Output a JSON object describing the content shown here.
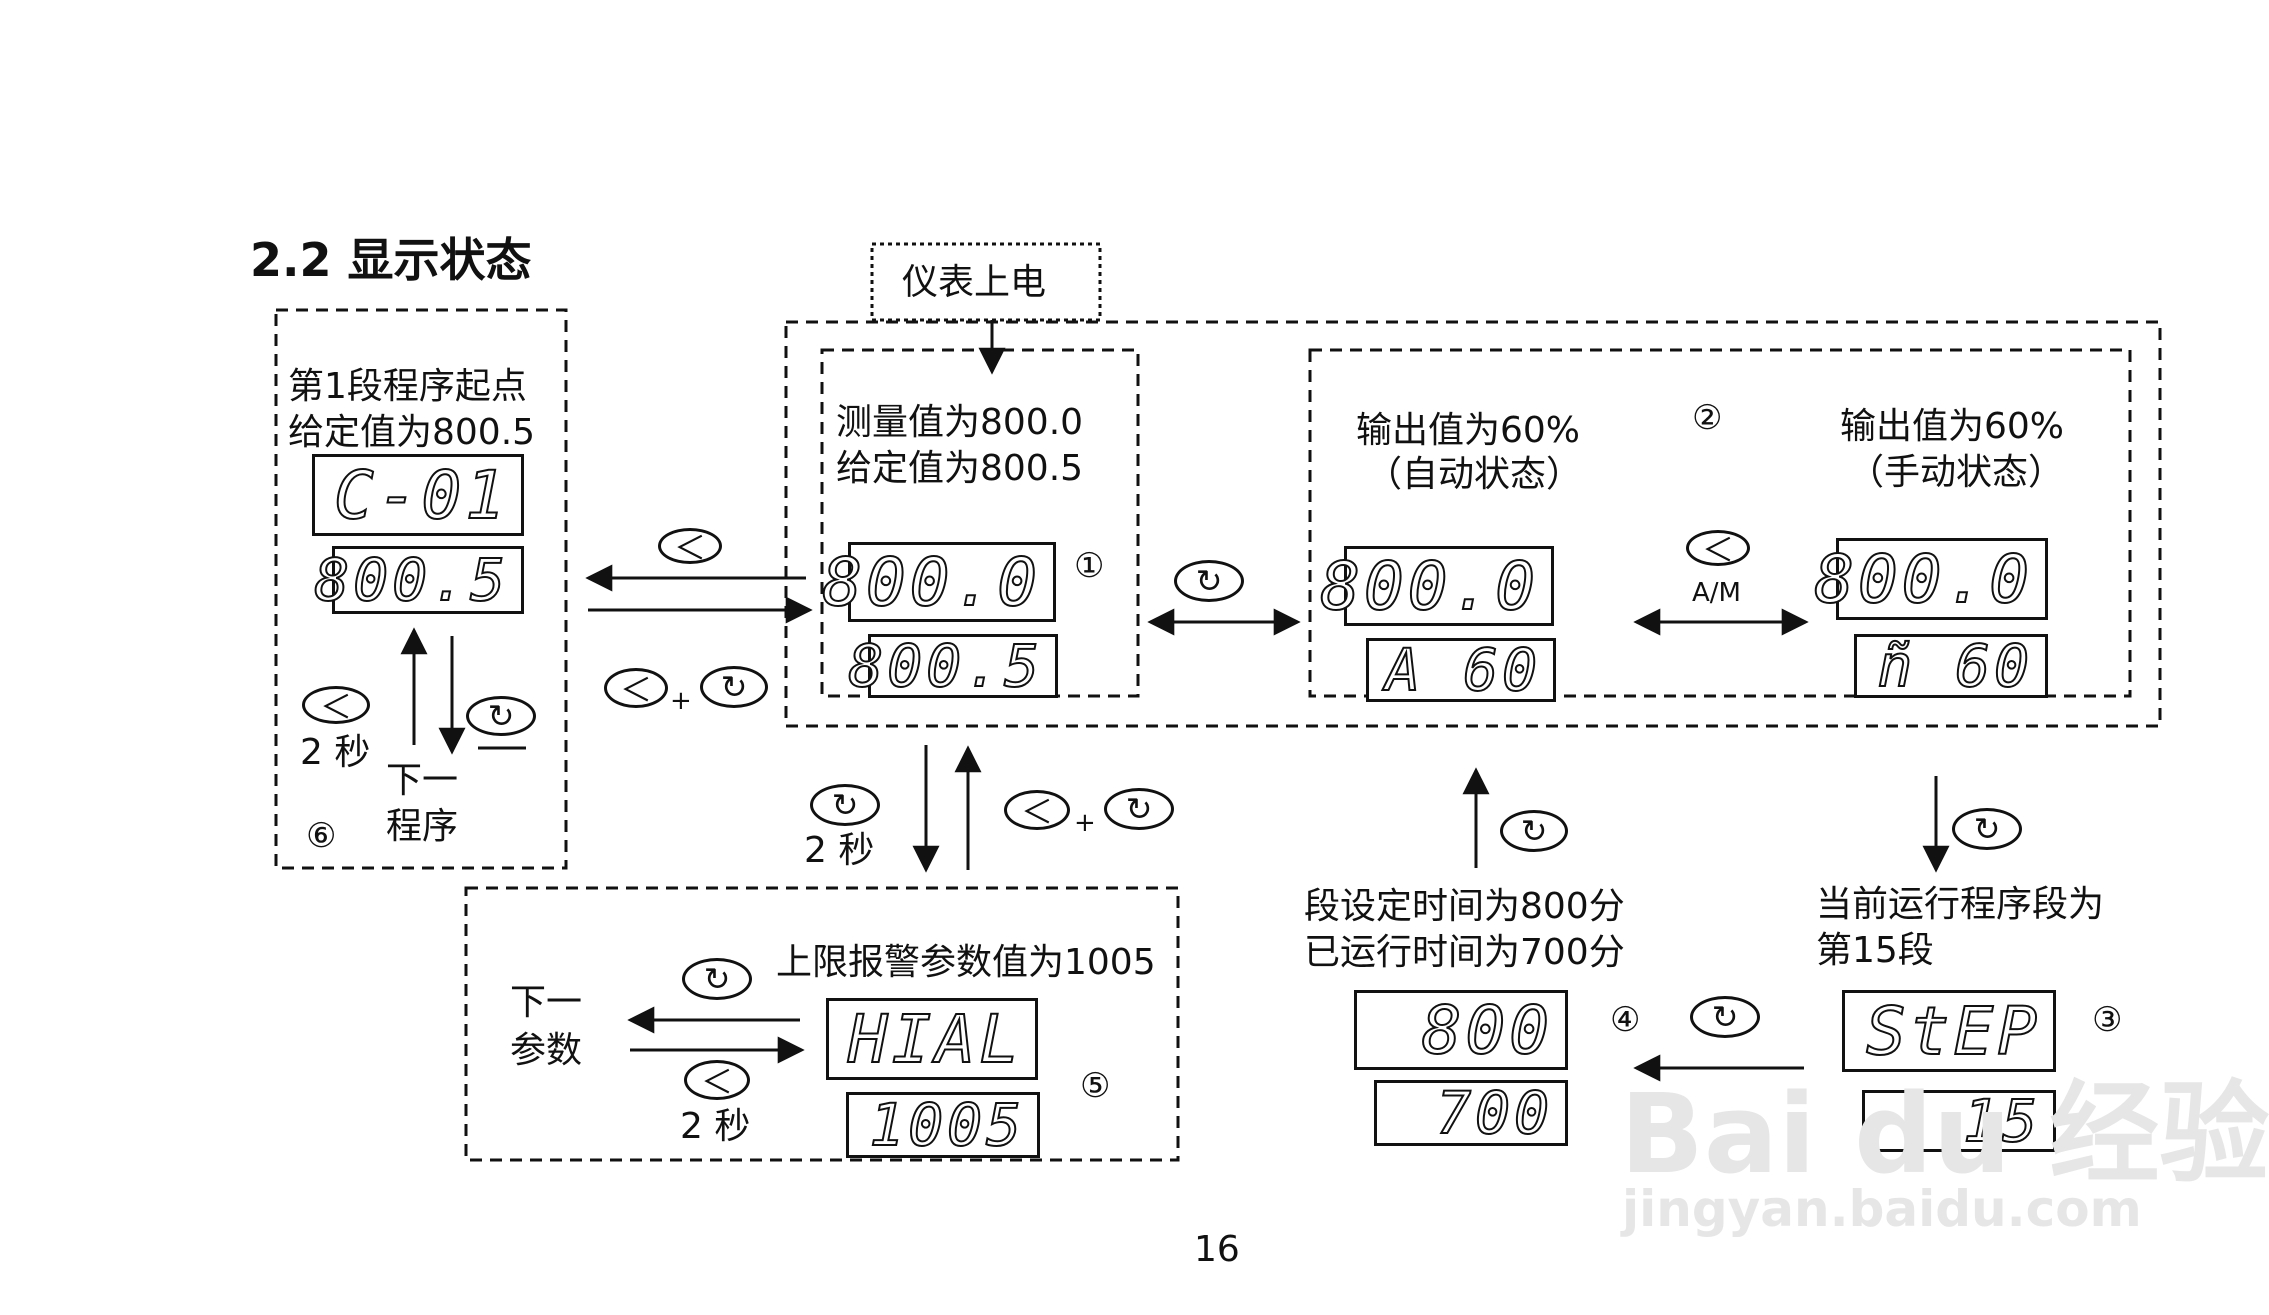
{
  "title": "2.2  显示状态",
  "power_on": "仪表上电",
  "state6": {
    "caption_line1": "第1段程序起点",
    "caption_line2": "给定值为800.5",
    "lcd_top": "C-01",
    "lcd_bottom": "800.5",
    "key_left_label": "2 秒",
    "next_line1": "下一",
    "next_line2": "程序",
    "number": "⑥"
  },
  "state1": {
    "caption_line1": "测量值为800.0",
    "caption_line2": "给定值为800.5",
    "lcd_top": "800.0",
    "lcd_bottom": "800.5",
    "number": "①"
  },
  "state2": {
    "number": "②",
    "auto_line1": "输出值为60%",
    "auto_line2": "（自动状态）",
    "manual_line1": "输出值为60%",
    "manual_line2": "（手动状态）",
    "auto_lcd_top": "800.0",
    "auto_lcd_bottom": "A  60",
    "manual_lcd_top": "800.0",
    "manual_lcd_bottom": "ñ  60",
    "am_label": "A/M"
  },
  "state5": {
    "caption": "上限报警参数值为1005",
    "lcd_top": "HIAL",
    "lcd_bottom": "1005",
    "next_line1": "下一",
    "next_line2": "参数",
    "key_label": "2 秒",
    "number": "⑤"
  },
  "state4": {
    "caption_line1": "段设定时间为800分",
    "caption_line2": "已运行时间为700分",
    "lcd_top": "800",
    "lcd_bottom": "700",
    "number": "④"
  },
  "state3": {
    "caption_line1": "当前运行程序段为",
    "caption_line2": "第15段",
    "lcd_top": "StEP",
    "lcd_bottom": "15",
    "number": "③"
  },
  "keys": {
    "shift_symbol": "＜",
    "cycle_symbol": "↻",
    "plus": "+",
    "two_sec": "2 秒"
  },
  "page_number": "16",
  "watermark": {
    "brand": "Bai du 经验",
    "url": "jingyan.baidu.com"
  }
}
